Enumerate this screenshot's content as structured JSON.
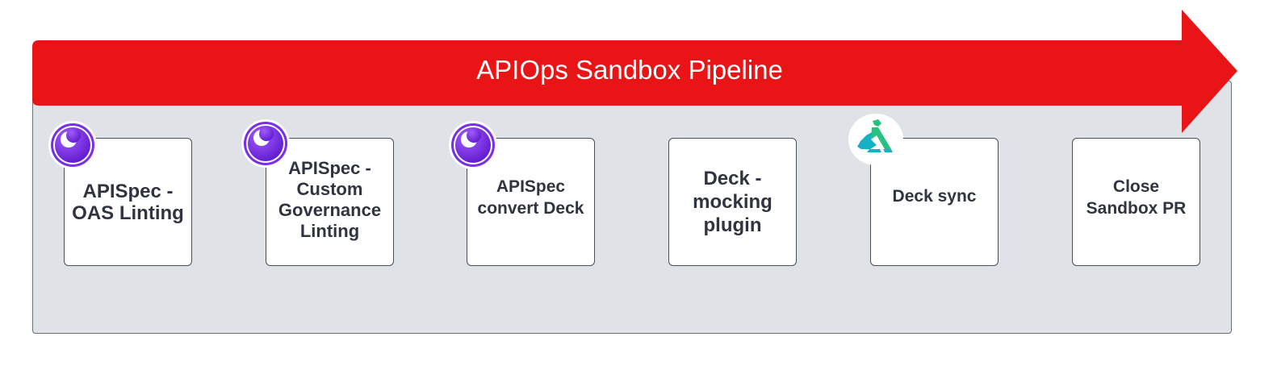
{
  "pipeline": {
    "title": "APIOps Sandbox Pipeline",
    "arrow_color": "#e81416",
    "panel_color": "#dfe3e8"
  },
  "steps": [
    {
      "label": "APISpec -\nOAS Linting",
      "icon": "insomnia-icon"
    },
    {
      "label": "APISpec -\nCustom\nGovernance\nLinting",
      "icon": "insomnia-icon"
    },
    {
      "label": "APISpec\nconvert Deck",
      "icon": "insomnia-icon"
    },
    {
      "label": "Deck -\nmocking\nplugin",
      "icon": ""
    },
    {
      "label": "Deck sync",
      "icon": "kong-icon"
    },
    {
      "label": "Close\nSandbox PR",
      "icon": ""
    }
  ],
  "colors": {
    "insomnia_purple": "#7a2ee8",
    "kong_teal": "#17b0c4",
    "kong_green": "#27c27f"
  }
}
